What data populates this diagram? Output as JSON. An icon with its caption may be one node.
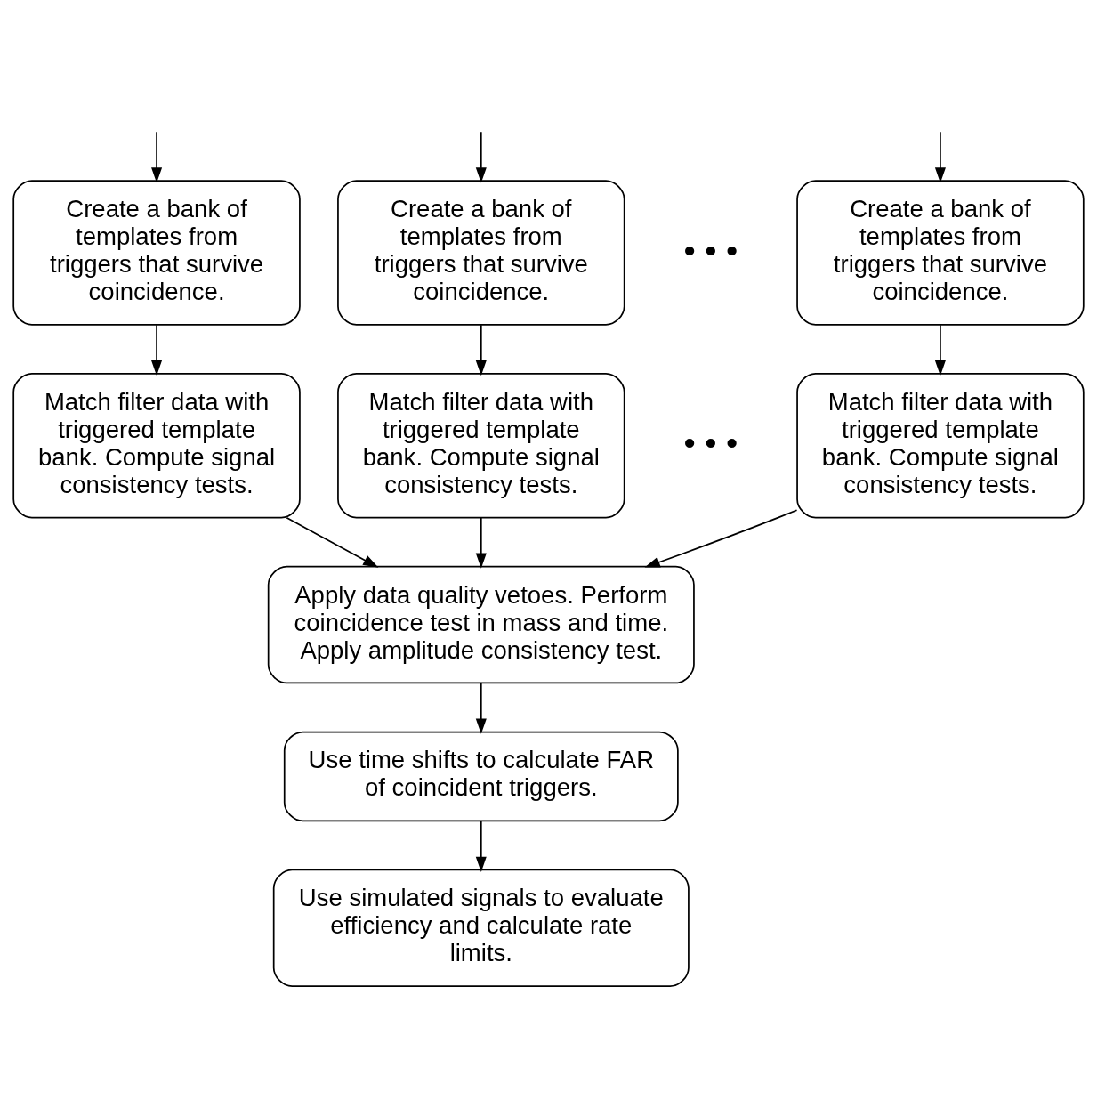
{
  "diagram": {
    "nodes": [
      {
        "text": [
          "Create a bank of templates from triggers that survive coincidence."
        ]
      },
      {
        "text": [
          "Create a bank of templates from triggers that survive coincidence."
        ]
      },
      {
        "text": [
          "Create a bank of templates from triggers that survive coincidence."
        ]
      },
      {
        "text": [
          "Match filter data with triggered template bank. Compute signal consistency tests."
        ]
      },
      {
        "text": [
          "Match filter data with triggered template bank. Compute signal consistency tests."
        ]
      },
      {
        "text": [
          "Match filter data with triggered template bank. Compute signal consistency tests."
        ]
      },
      {
        "text": [
          "Apply data quality vetoes. Perform coincidence test in mass and time. Apply amplitude consistency test."
        ]
      },
      {
        "text": [
          "Use time shifts to calculate FAR of coincident triggers."
        ]
      },
      {
        "text": [
          "Use simulated signals to evaluate efficiency and calculate rate limits."
        ]
      }
    ],
    "edges": [
      {
        "from": null,
        "to": 0,
        "arrow": "to"
      },
      {
        "from": null,
        "to": 1,
        "arrow": "to"
      },
      {
        "from": null,
        "to": 2,
        "arrow": "to"
      },
      {
        "from": 0,
        "to": 3,
        "arrow": "to"
      },
      {
        "from": 1,
        "to": 4,
        "arrow": "to"
      },
      {
        "from": 2,
        "to": 5,
        "arrow": "to"
      },
      {
        "from": 3,
        "to": 6,
        "arrow": "to"
      },
      {
        "from": 4,
        "to": 6,
        "arrow": "to"
      },
      {
        "from": 5,
        "to": 6,
        "arrow": "to"
      },
      {
        "from": 6,
        "to": 7,
        "arrow": "to"
      },
      {
        "from": 7,
        "to": 8,
        "arrow": "to"
      }
    ],
    "labels": [
      "• • •",
      "• • •"
    ]
  }
}
